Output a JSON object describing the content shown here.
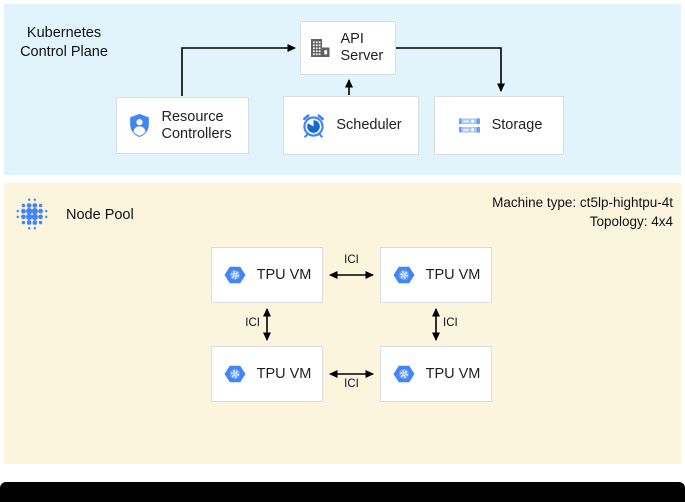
{
  "control_plane": {
    "title": "Kubernetes Control Plane",
    "api_server": {
      "label": "API Server"
    },
    "resource_controllers": {
      "label": "Resource Controllers"
    },
    "scheduler": {
      "label": "Scheduler"
    },
    "storage": {
      "label": "Storage"
    }
  },
  "node_pool": {
    "title": "Node Pool",
    "machine_type": "Machine type: ct5lp-hightpu-4t",
    "topology": "Topology: 4x4",
    "tpu_vm_label": "TPU VM",
    "interconnect_label": "ICI"
  },
  "colors": {
    "control_plane_bg": "#e1f3fb",
    "node_pool_bg": "#fcf5de",
    "box_border": "#d9dce0",
    "icon_blue": "#4285f4",
    "icon_blue_light": "#a8c7fa",
    "icon_blue_mid": "#669df6",
    "icon_blue_dark": "#1967d2",
    "icon_gray": "#616161",
    "arrow": "#000000",
    "bottom_bar": "#000000"
  }
}
